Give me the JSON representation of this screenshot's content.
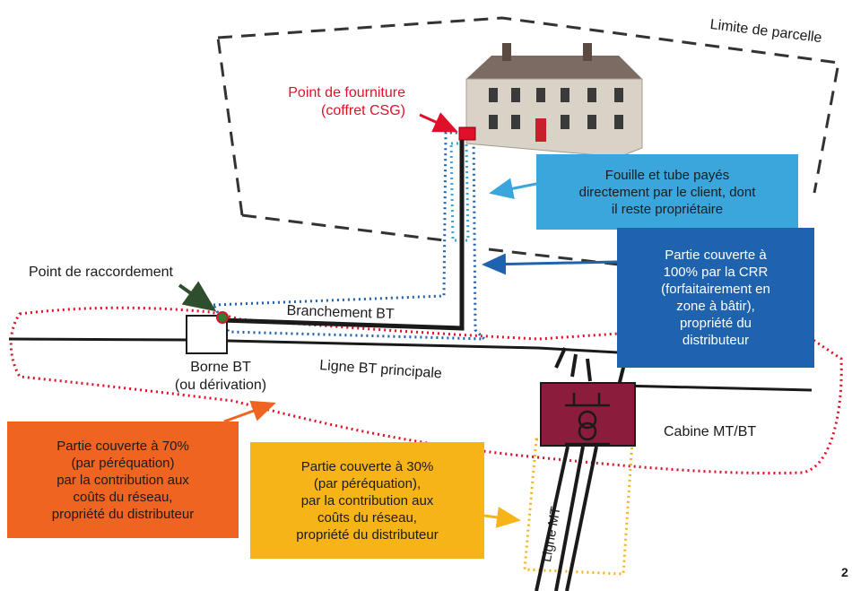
{
  "labels": {
    "limite_parcelle": "Limite de parcelle",
    "point_fourniture": "Point de fourniture\n(coffret CSG)",
    "point_raccordement": "Point de raccordement",
    "branchement_bt": "Branchement BT",
    "ligne_bt_principale": "Ligne BT principale",
    "borne_bt": "Borne BT\n(ou dérivation)",
    "cabine_mt_bt": "Cabine MT/BT",
    "ligne_mt": "Ligne MT",
    "page_number": "2"
  },
  "boxes": {
    "client": "Fouille et tube payés\ndirectement par le client, dont\nil reste propriétaire",
    "crr": "Partie couverte à\n100% par la CRR\n(forfaitairement en\nzone à bâtir),\npropriété du\ndistributeur",
    "part70": "Partie couverte à 70%\n(par péréquation)\npar la contribution aux\ncoûts du réseau,\npropriété du distributeur",
    "part30": "Partie couverte à 30%\n(par péréquation),\npar la contribution aux\ncoûts du réseau,\npropriété du distributeur"
  },
  "colors": {
    "red": "#e0102a",
    "light_blue": "#3aa6dc",
    "dark_blue": "#1f62ad",
    "orange": "#ef6421",
    "yellow": "#f7b418",
    "cabin": "#8b1c3c"
  },
  "icons": [
    "house-image",
    "coffret-csg-icon",
    "borne-bt-icon",
    "transformer-icon"
  ]
}
